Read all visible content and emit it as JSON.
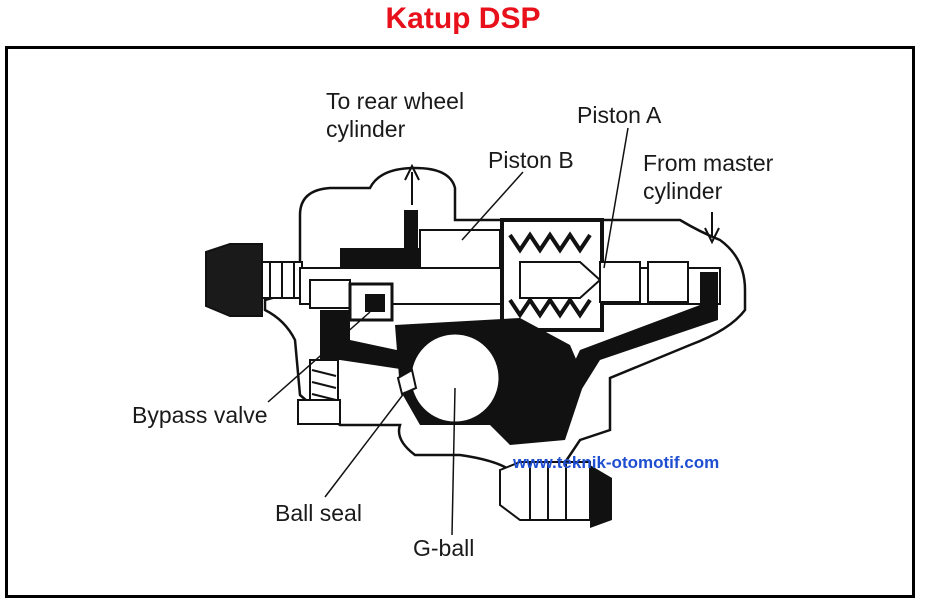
{
  "title": "Katup DSP",
  "colors": {
    "title": "#e8101a",
    "watermark": "#1f4fd1",
    "ink": "#111111",
    "frame": "#000000"
  },
  "labels": {
    "to_rear_wheel_line1": "To rear wheel",
    "to_rear_wheel_line2": "cylinder",
    "piston_a": "Piston A",
    "piston_b": "Piston B",
    "from_master_line1": "From master",
    "from_master_line2": "cylinder",
    "bypass_valve": "Bypass valve",
    "ball_seal": "Ball seal",
    "g_ball": "G-ball"
  },
  "watermark": "www.teknik-otomotif.com"
}
